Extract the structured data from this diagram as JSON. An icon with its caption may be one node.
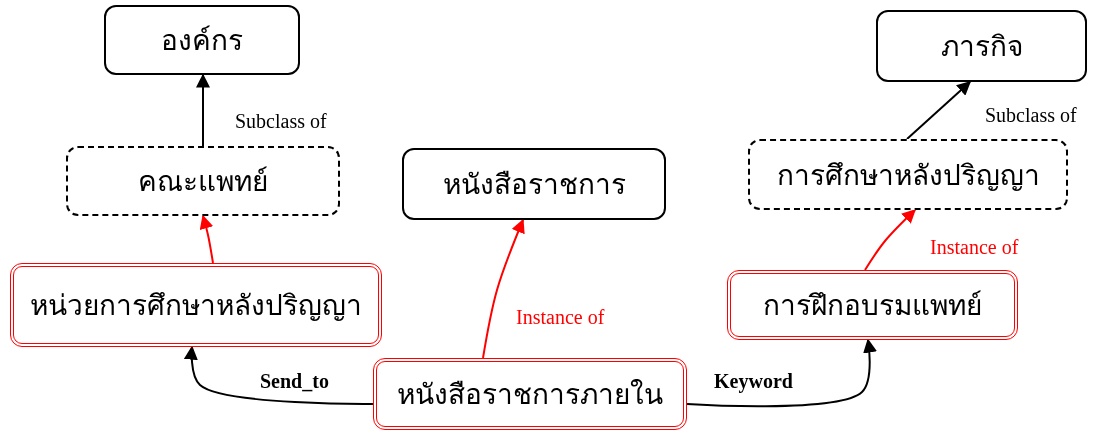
{
  "diagram": {
    "nodes": [
      {
        "text": [
          "องค์กร"
        ]
      },
      {
        "text": [
          "คณะแพทย์"
        ]
      },
      {
        "text": [
          "หน่วยการศึกษาหลังปริญญา"
        ]
      },
      {
        "text": [
          "หนังสือราชการ"
        ]
      },
      {
        "text": [
          "ภารกิจ"
        ]
      },
      {
        "text": [
          "การศึกษาหลังปริญญา"
        ]
      },
      {
        "text": [
          "การฝึกอบรมแพทย์"
        ]
      },
      {
        "text": [
          "หนังสือราชการภายใน"
        ]
      }
    ],
    "edges": [
      {
        "from": 1,
        "to": 0,
        "arrow": "to",
        "label": "Subclass of"
      },
      {
        "from": 5,
        "to": 4,
        "arrow": "to",
        "label": "Subclass of"
      },
      {
        "from": 2,
        "to": 1,
        "arrow": "to",
        "color": "#ff0000"
      },
      {
        "from": 7,
        "to": 3,
        "arrow": "to",
        "label": "Instance of",
        "color": "#ff0000"
      },
      {
        "from": 6,
        "to": 5,
        "arrow": "to",
        "label": "Instance of",
        "color": "#ff0000"
      },
      {
        "from": 7,
        "to": 2,
        "arrow": "to",
        "label": "Send_to"
      },
      {
        "from": 7,
        "to": 6,
        "arrow": "to",
        "label": "Keyword"
      }
    ]
  }
}
